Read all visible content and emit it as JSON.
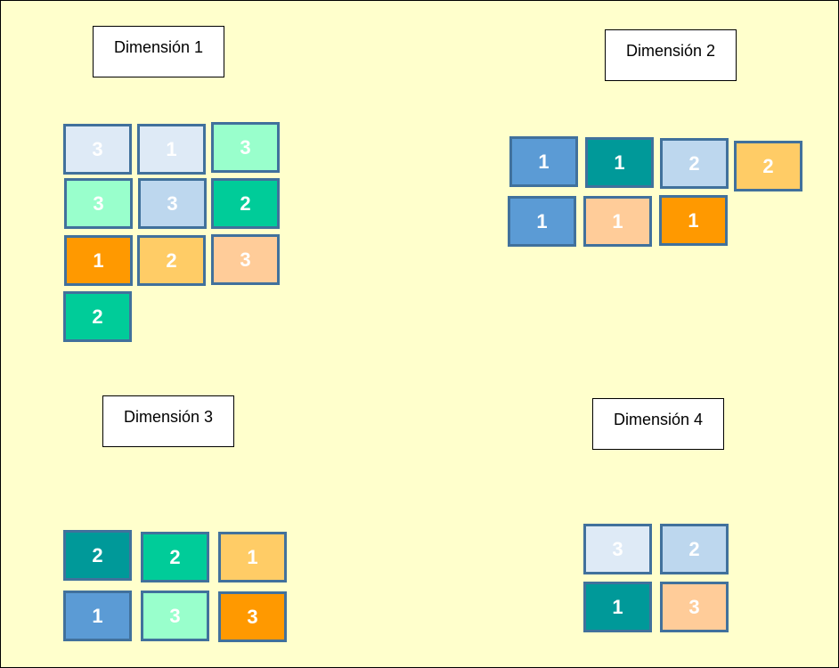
{
  "colors": {
    "background": "#FFFFCC",
    "border": "#41719C"
  },
  "groups": [
    {
      "label": "Dimensión 1",
      "tiles": [
        {
          "value": "3",
          "color": "#DEEAF6"
        },
        {
          "value": "1",
          "color": "#DEEAF6"
        },
        {
          "value": "3",
          "color": "#99FFCC"
        },
        {
          "value": "3",
          "color": "#99FFCC"
        },
        {
          "value": "3",
          "color": "#BDD7EE"
        },
        {
          "value": "2",
          "color": "#00CC99"
        },
        {
          "value": "1",
          "color": "#FF9900"
        },
        {
          "value": "2",
          "color": "#FFCC66"
        },
        {
          "value": "3",
          "color": "#FFCC99"
        },
        {
          "value": "2",
          "color": "#00CC99"
        }
      ]
    },
    {
      "label": "Dimensión 2",
      "tiles": [
        {
          "value": "1",
          "color": "#5B9BD5"
        },
        {
          "value": "1",
          "color": "#009999"
        },
        {
          "value": "2",
          "color": "#BDD7EE"
        },
        {
          "value": "2",
          "color": "#FFCC66"
        },
        {
          "value": "1",
          "color": "#5B9BD5"
        },
        {
          "value": "1",
          "color": "#FFCC99"
        },
        {
          "value": "1",
          "color": "#FF9900"
        }
      ]
    },
    {
      "label": "Dimensión 3",
      "tiles": [
        {
          "value": "2",
          "color": "#009999"
        },
        {
          "value": "2",
          "color": "#00CC99"
        },
        {
          "value": "1",
          "color": "#FFCC66"
        },
        {
          "value": "1",
          "color": "#5B9BD5"
        },
        {
          "value": "3",
          "color": "#99FFCC"
        },
        {
          "value": "3",
          "color": "#FF9900"
        }
      ]
    },
    {
      "label": "Dimensión 4",
      "tiles": [
        {
          "value": "3",
          "color": "#DEEAF6"
        },
        {
          "value": "2",
          "color": "#BDD7EE"
        },
        {
          "value": "1",
          "color": "#009999"
        },
        {
          "value": "3",
          "color": "#FFCC99"
        }
      ]
    }
  ]
}
